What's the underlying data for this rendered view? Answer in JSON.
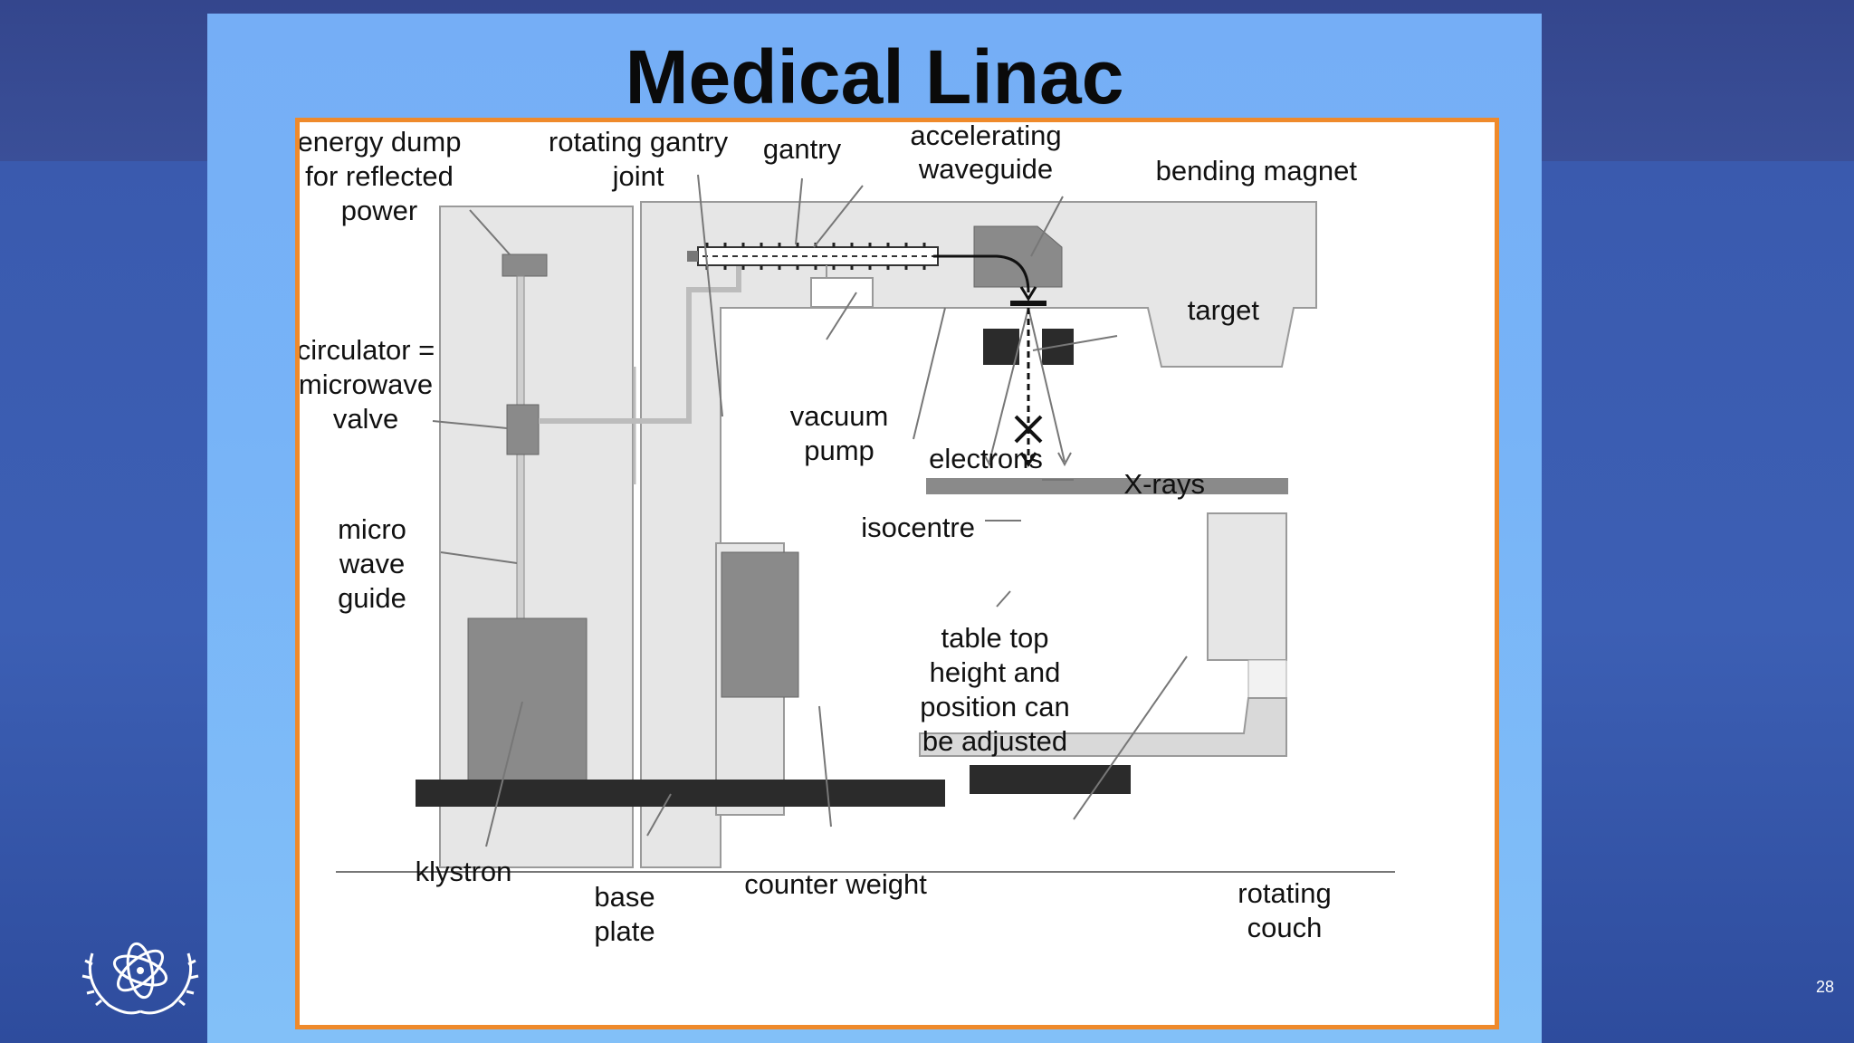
{
  "slide": {
    "title": "Medical Linac",
    "page_number": "28"
  },
  "diagram": {
    "labels": {
      "energy_dump": [
        "energy dump",
        "for reflected",
        "power"
      ],
      "rotating_gantry_joint": [
        "rotating gantry",
        "joint"
      ],
      "gantry": "gantry",
      "accelerating_waveguide": [
        "accelerating",
        "waveguide"
      ],
      "bending_magnet": "bending magnet",
      "target": "target",
      "circulator": [
        "circulator =",
        "microwave",
        "valve"
      ],
      "vacuum_pump": [
        "vacuum",
        "pump"
      ],
      "electrons": "electrons",
      "x_rays": "X-rays",
      "isocentre": "isocentre",
      "micro_wave_guide": [
        "micro",
        "wave",
        "guide"
      ],
      "table_top": [
        "table top",
        "height and",
        "position can",
        "be adjusted"
      ],
      "klystron": "klystron",
      "base_plate": [
        "base",
        "plate"
      ],
      "counter_weight": "counter weight",
      "rotating_couch": [
        "rotating",
        "couch"
      ]
    },
    "colors": {
      "frame_border": "#ef8a2b",
      "light_gray": "#e6e6e6",
      "mid_gray": "#8a8a8a",
      "dark": "#2b2b2b"
    }
  },
  "icons": {
    "logo": "iaea-emblem-icon"
  }
}
